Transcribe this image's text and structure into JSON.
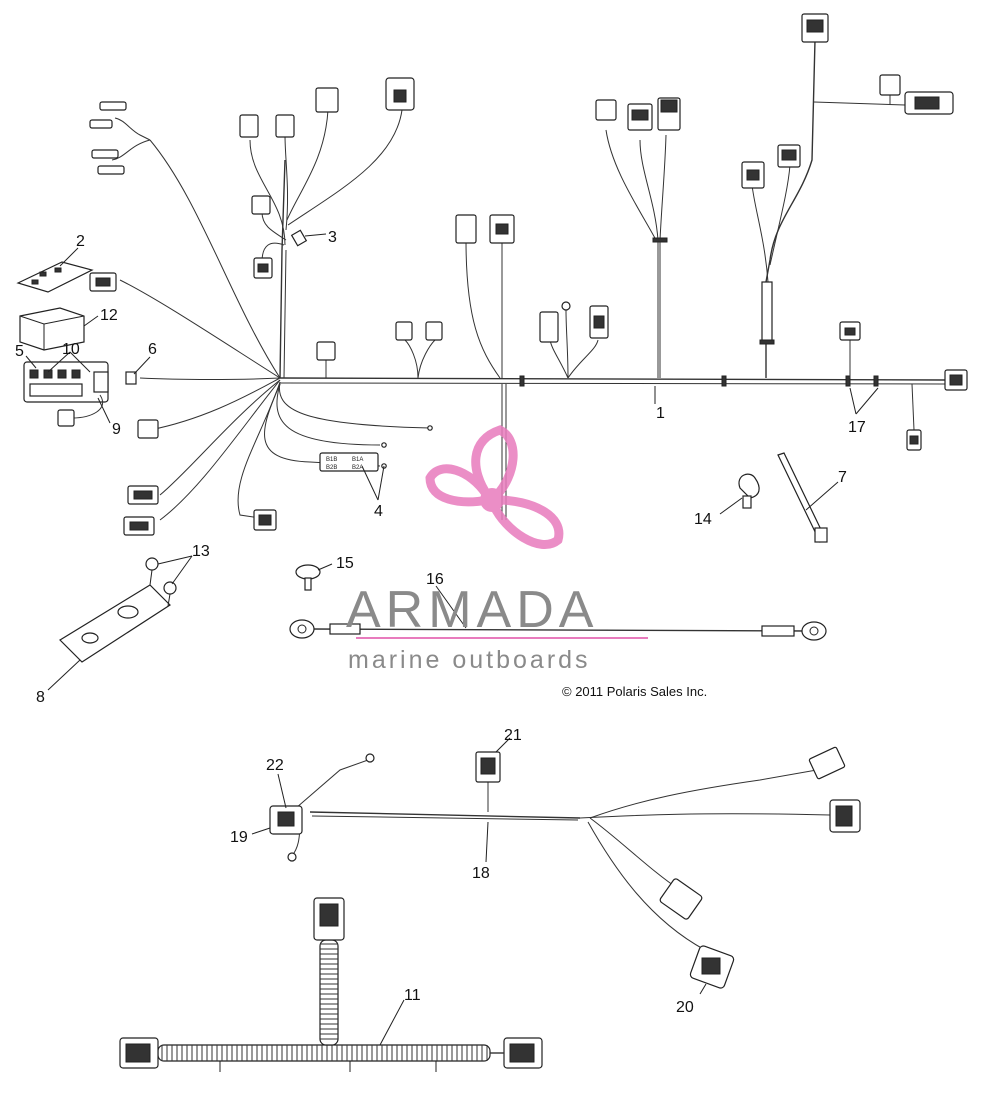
{
  "watermark": {
    "name": "ARMADA",
    "tagline": "marine outboards",
    "color": "#e87bbd"
  },
  "copyright": "© 2011 Polaris Sales Inc.",
  "wire_tags": [
    "B1B",
    "B1A",
    "B2B",
    "B2A"
  ],
  "callouts": [
    "1",
    "2",
    "3",
    "4",
    "5",
    "6",
    "7",
    "8",
    "9",
    "10",
    "11",
    "12",
    "13",
    "14",
    "15",
    "16",
    "17",
    "18",
    "19",
    "20",
    "21",
    "22"
  ]
}
